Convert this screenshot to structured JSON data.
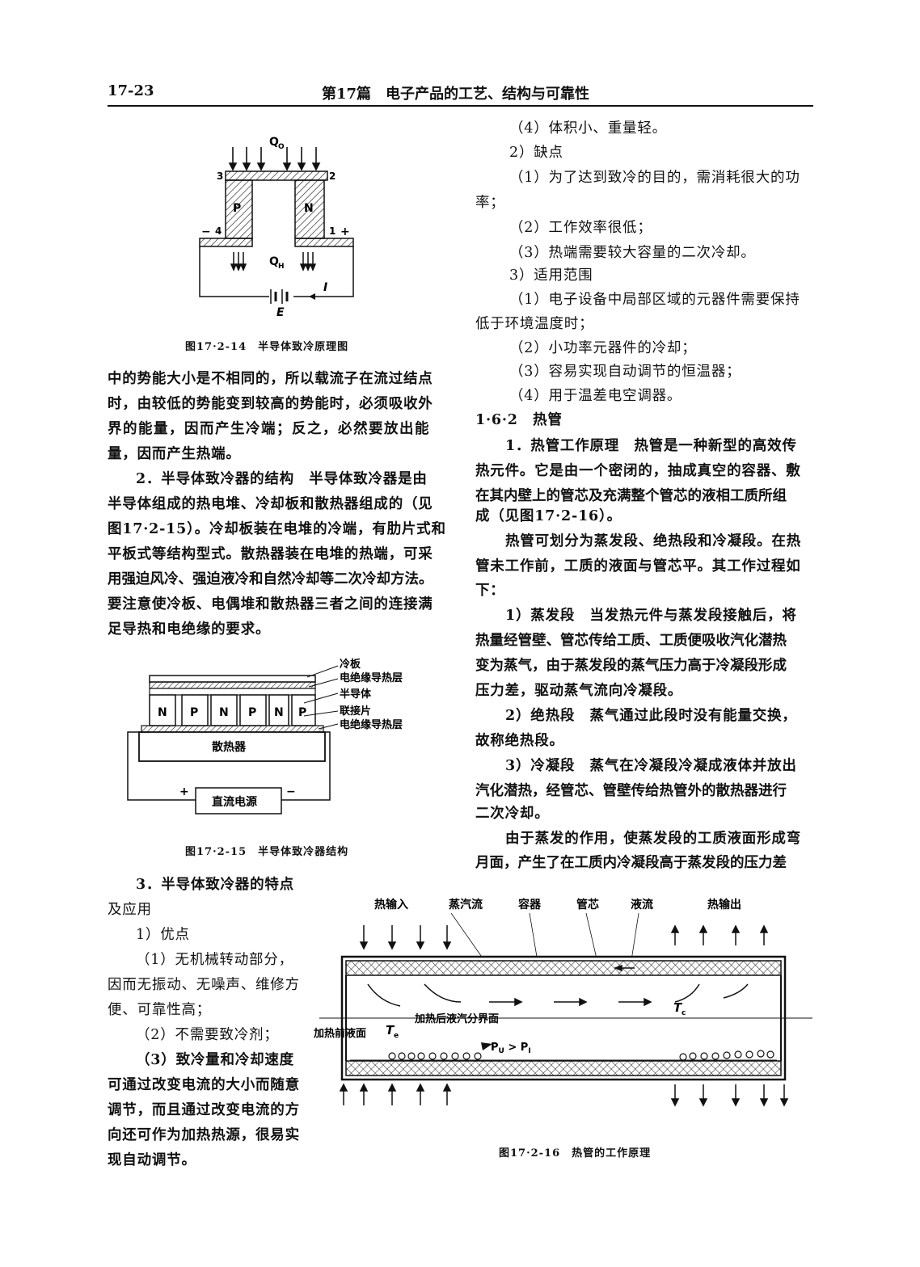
{
  "header": {
    "page_no": "17-23",
    "title": "第17篇　电子产品的工艺、结构与可靠性"
  },
  "fig14": {
    "caption": "图17·2-14　半导体致冷原理图",
    "labels": {
      "qo": "Q",
      "qo_sub": "O",
      "qh": "Q",
      "qh_sub": "H",
      "p": "P",
      "n": "N",
      "n3": "3",
      "n2": "2",
      "n4": "4",
      "n1": "1",
      "minus": "−",
      "plus": "+",
      "e": "E",
      "i": "I"
    }
  },
  "fig15": {
    "caption": "图17·2-15　半导体致冷器结构",
    "labels": [
      "冷板",
      "电绝缘导热层",
      "半导体",
      "联接片",
      "电绝缘导热层"
    ],
    "cells": [
      "N",
      "P",
      "N",
      "P",
      "N",
      "P"
    ],
    "heatsink": "散热器",
    "power": "直流电源",
    "plus": "+",
    "minus": "−"
  },
  "fig16": {
    "caption": "图17·2-16　热管的工作原理",
    "labels": [
      "热输入",
      "蒸汽流",
      "容器",
      "管芯",
      "液流",
      "热输出"
    ],
    "liquid_before": "加热前液面",
    "liquid_after": "加热后液汽分界面",
    "te": "T",
    "te_sub": "e",
    "tc": "T",
    "tc_sub": "c",
    "pressure": "P",
    "pressure_sub": "U",
    "pressure_rel": " > P",
    "pressure_sub2": "I"
  },
  "left": {
    "para1": [
      "中的势能大小是不相同的，所以载流子在流过结点",
      "时，由较低的势能变到较高的势能时，必须吸收外",
      "界的能量，因而产生冷端；反之，必然要放出能",
      "量，因而产生热端。"
    ],
    "para2": [
      "2．半导体致冷器的结构　半导体致冷器是由",
      "半导体组成的热电堆、冷却板和散热器组成的（见",
      "图17·2-15）。冷却板装在电堆的冷端，有肋片式和",
      "平板式等结构型式。散热器装在电堆的热端，可采",
      "用强迫风冷、强迫液冷和自然冷却等二次冷却方法。",
      "要注意使冷板、电偶堆和散热器三者之间的连接满",
      "足导热和电绝缘的要求。"
    ],
    "para3": [
      "3．半导体致冷器的特点",
      "及应用",
      "1）优点",
      "（1）无机械转动部分，",
      "因而无振动、无噪声、维修方",
      "便、可靠性高；",
      "（2）不需要致冷剂；",
      "（3）致冷量和冷却速度",
      "可通过改变电流的大小而随意",
      "调节，而且通过改变电流的方",
      "向还可作为加热热源，很易实",
      "现自动调节。"
    ]
  },
  "right": {
    "lines": [
      "（4）体积小、重量轻。",
      "2）缺点",
      "（1）为了达到致冷的目的，需消耗很大的功",
      "率；",
      "（2）工作效率很低；",
      "（3）热端需要较大容量的二次冷却。",
      "3）适用范围",
      "（1）电子设备中局部区域的元器件需要保持",
      "低于环境温度时；",
      "（2）小功率元器件的冷却；",
      "（3）容易实现自动调节的恒温器；",
      "（4）用于温差电空调器。",
      "1·6·2　热管",
      "1．热管工作原理　热管是一种新型的高效传",
      "热元件。它是由一个密闭的，抽成真空的容器、敷",
      "在其内壁上的管芯及充满整个管芯的液相工质所组",
      "成（见图17·2-16）。",
      "热管可划分为蒸发段、绝热段和冷凝段。在热",
      "管未工作前，工质的液面与管芯平。其工作过程如",
      "下：",
      "1）蒸发段　当发热元件与蒸发段接触后，将",
      "热量经管壁、管芯传给工质、工质便吸收汽化潜热",
      "变为蒸气，由于蒸发段的蒸气压力高于冷凝段形成",
      "压力差，驱动蒸气流向冷凝段。",
      "2）绝热段　蒸气通过此段时没有能量交换，",
      "故称绝热段。",
      "3）冷凝段　蒸气在冷凝段冷凝成液体并放出",
      "汽化潜热，经管芯、管壁传给热管外的散热器进行",
      "二次冷却。",
      "由于蒸发的作用，使蒸发段的工质液面形成弯",
      "月面，产生了在工质内冷凝段高于蒸发段的压力差"
    ]
  }
}
